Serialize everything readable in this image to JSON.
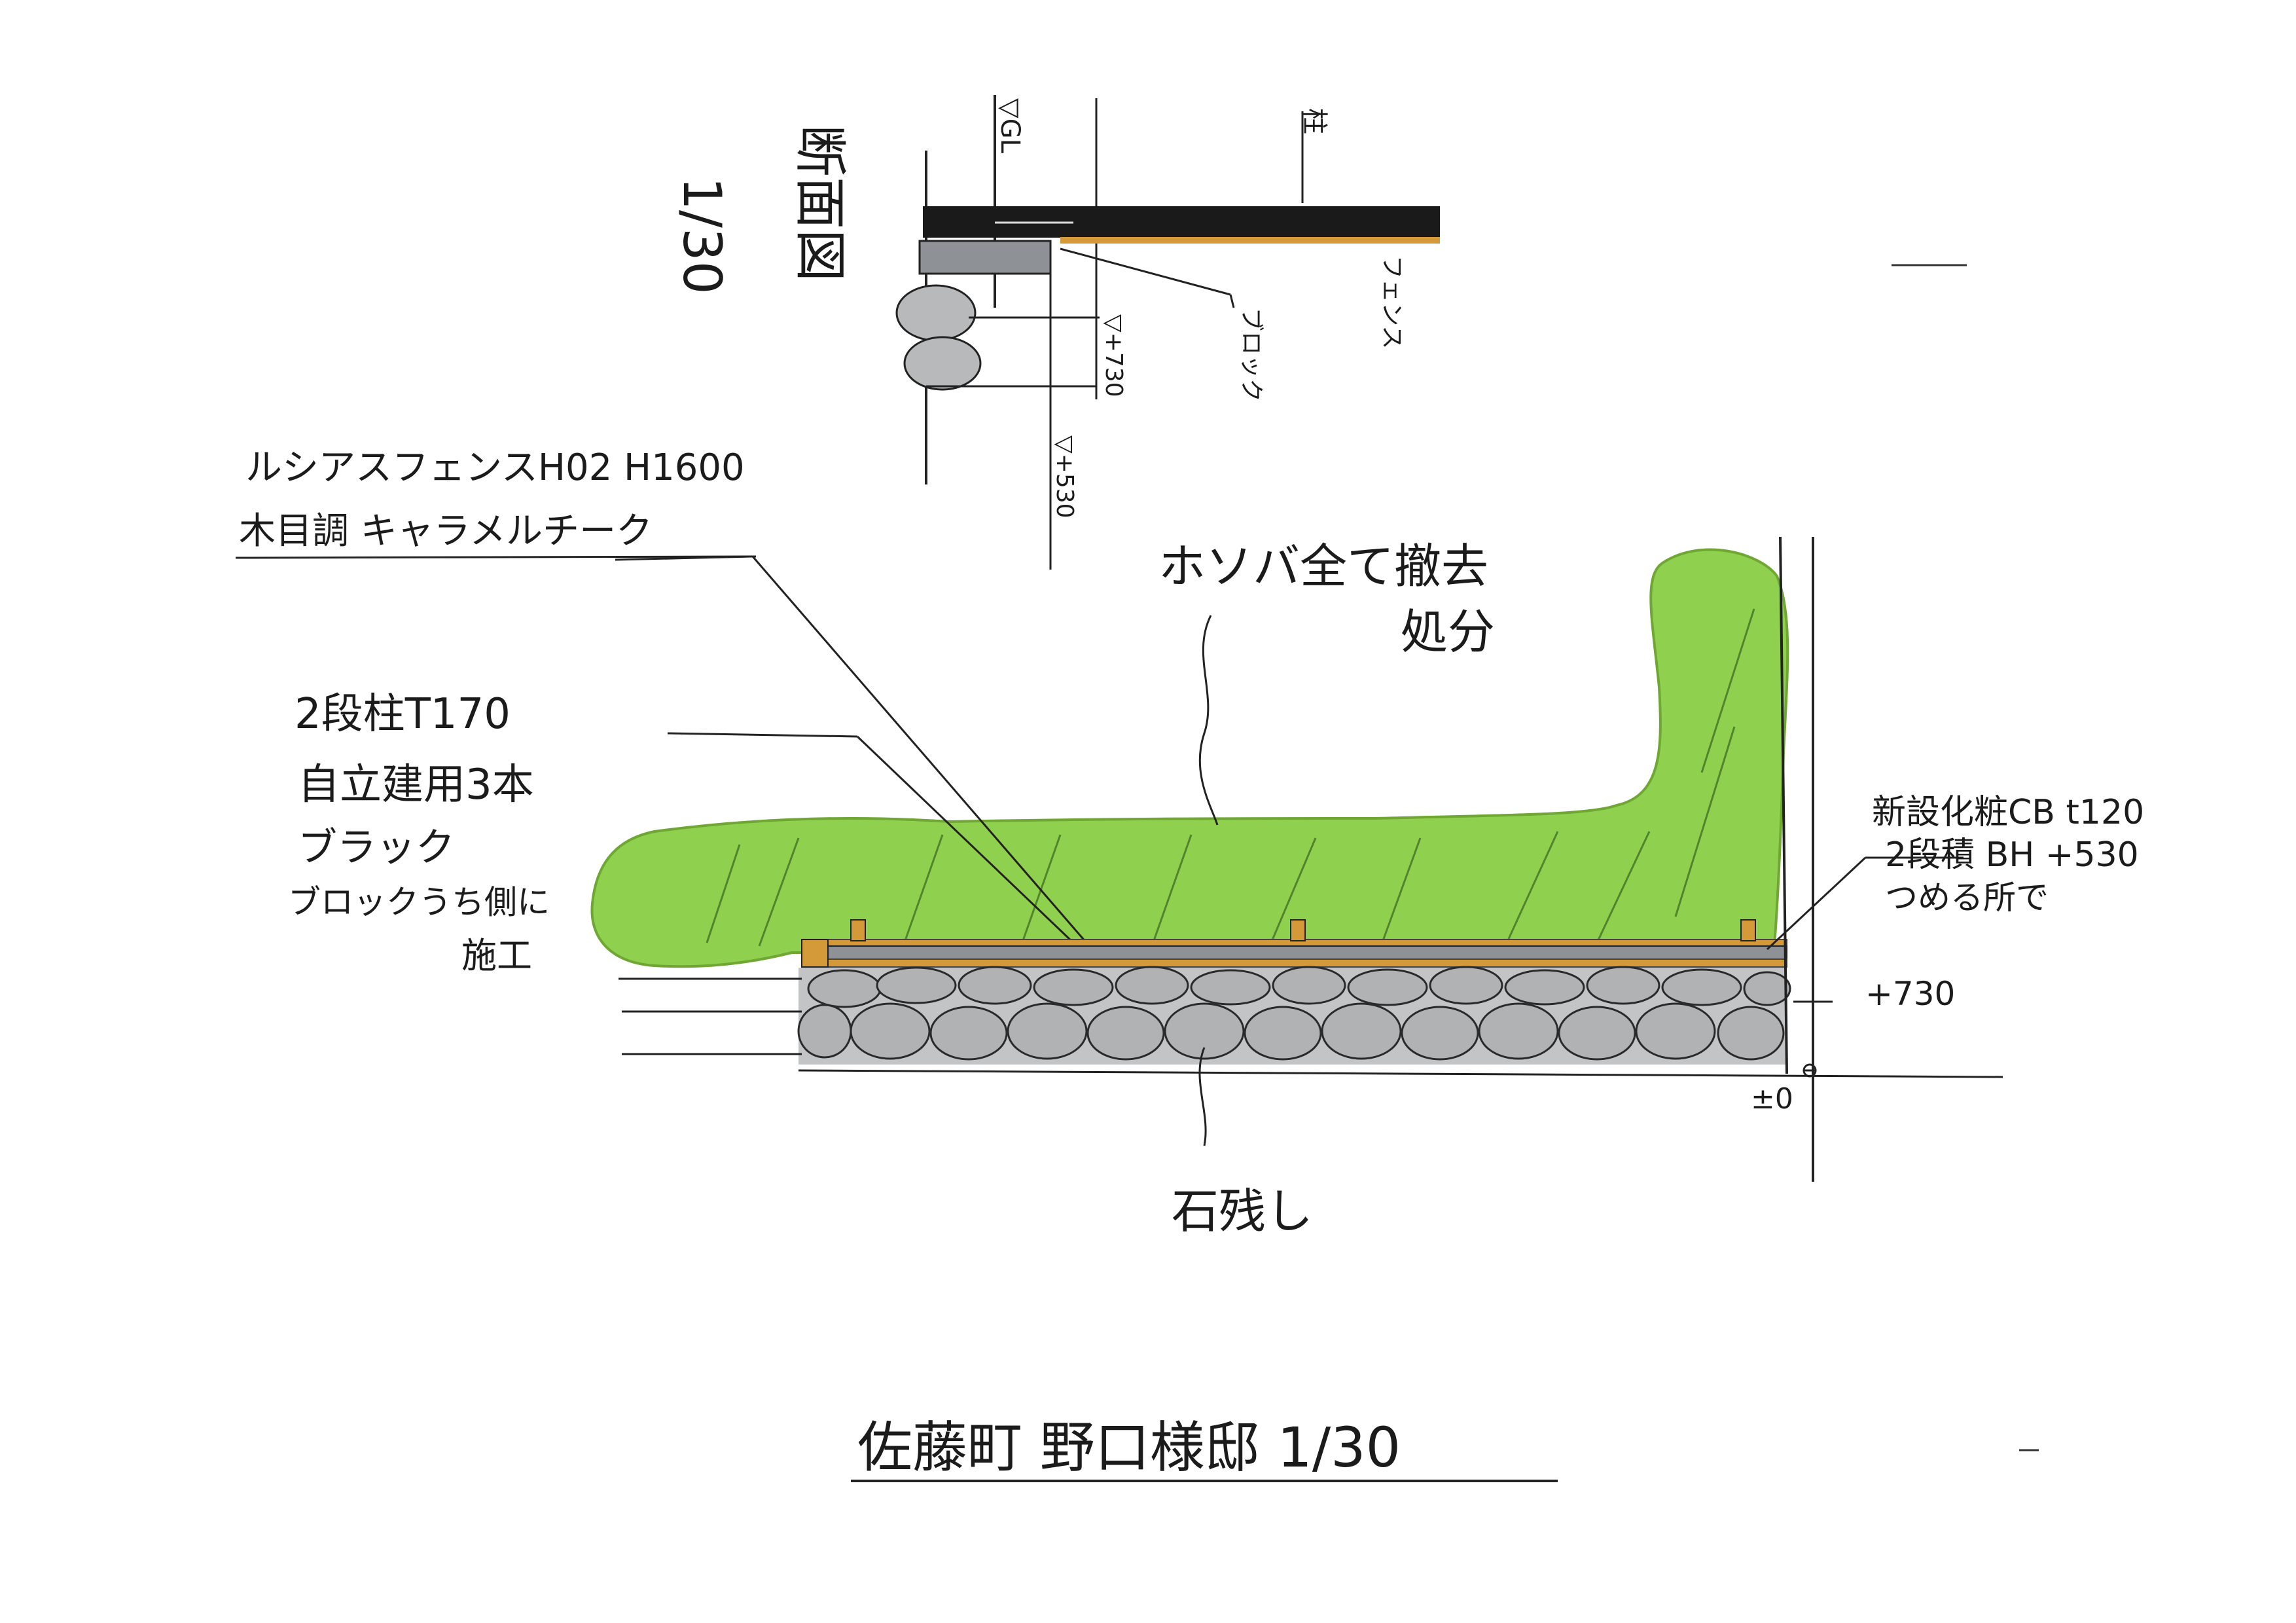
{
  "section": {
    "title": "断面図",
    "scale": "1/30",
    "labels": {
      "gl": "▽GL",
      "fence": "フェンス",
      "block": "ブロック",
      "plus730": "▽+730",
      "plus530": "▽+530",
      "post": "柱"
    }
  },
  "notes": {
    "fence_product_line1": "ルシアスフェンスH02 H1600",
    "fence_product_line2": "木目調 キャラメルチーク",
    "post_line1": "2段柱T170",
    "post_line2": "自立建用3本",
    "post_line3": "ブラック",
    "post_line4": "ブロックうち側に",
    "post_line5": "施工",
    "hedge_line1": "ホソバ全て撤去",
    "hedge_line2": "処分",
    "block_line1": "新設化粧CB t120",
    "block_line2": "2段積 BH +530",
    "block_line3": "つめる所で",
    "plus730": "+730",
    "plus_zero": "±0",
    "stones": "石残し"
  },
  "footer": {
    "title": "佐藤町 野口様邸 1/30"
  },
  "colors": {
    "hedge": "#8fd14f",
    "fence_wood": "#d49a3a",
    "block_gray": "#8e9296",
    "stone": "#b7b9bb",
    "ink": "#1b1b1b"
  }
}
